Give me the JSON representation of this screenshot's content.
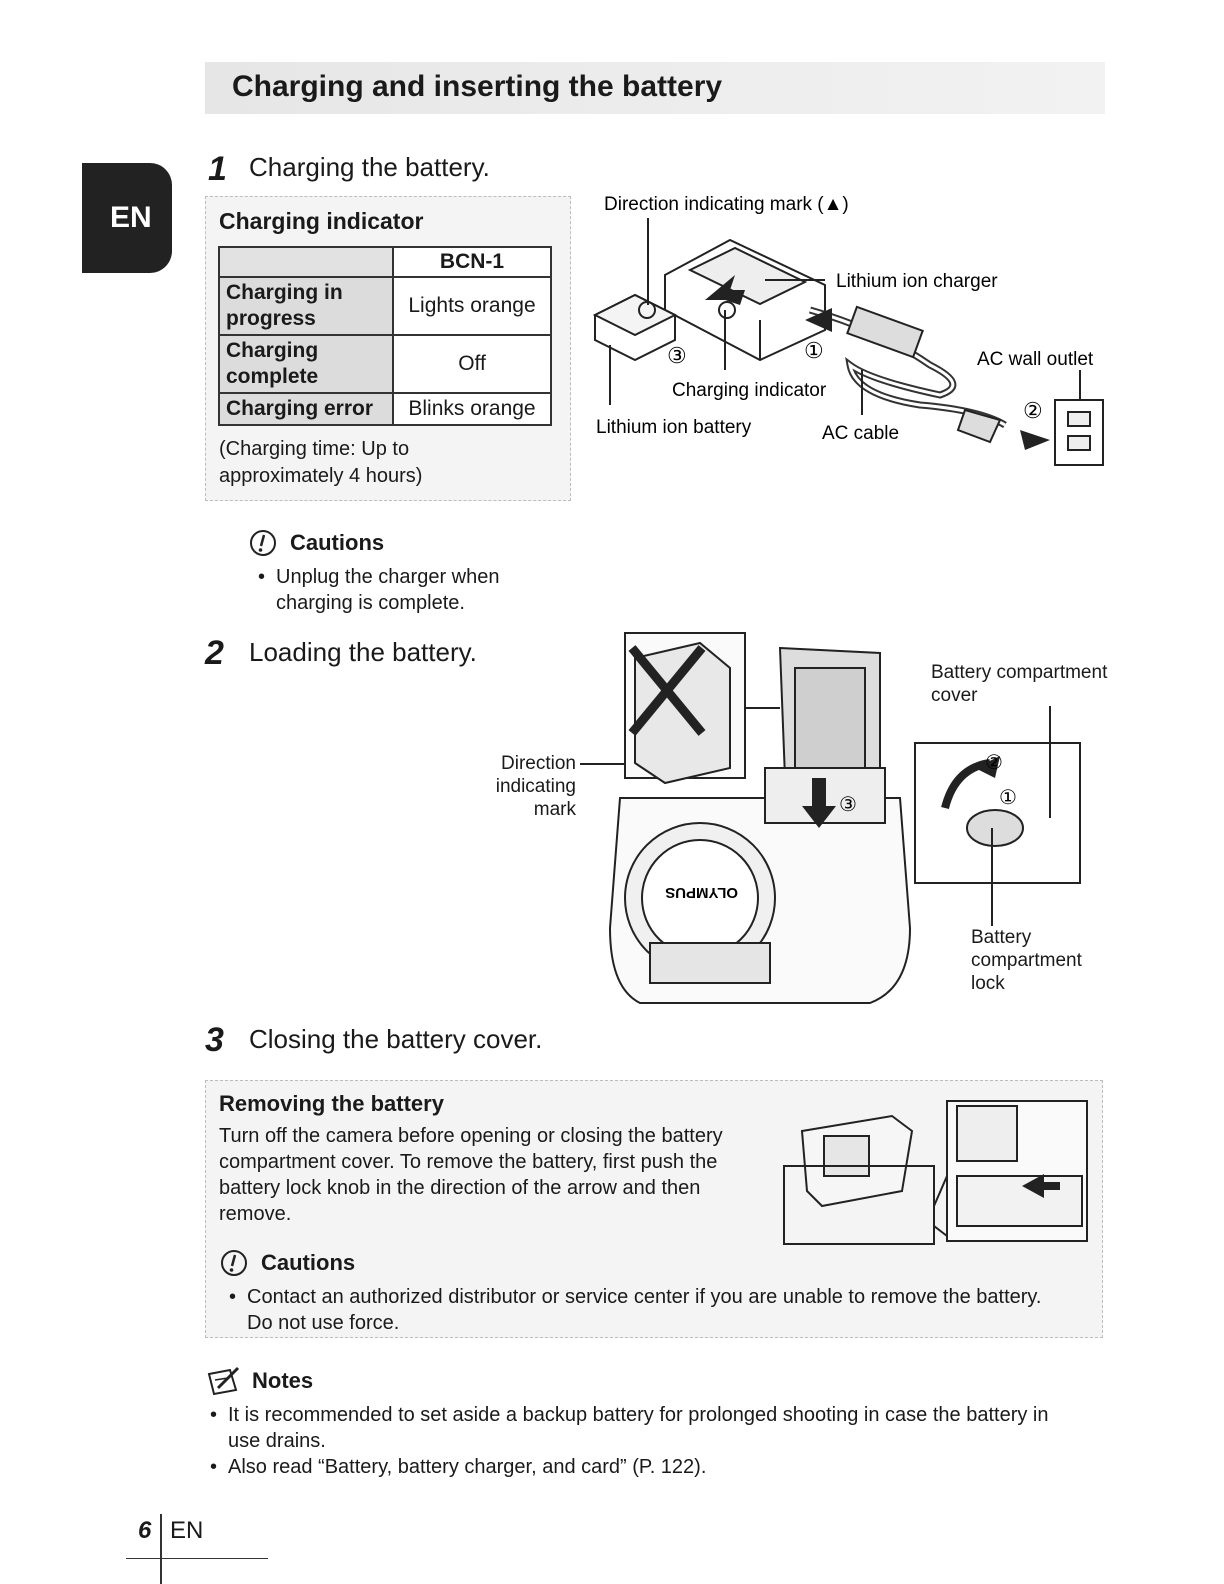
{
  "page_title": "Charging and inserting the battery",
  "language_tab": "EN",
  "step1": {
    "number": "1",
    "title": "Charging the battery.",
    "indicator_box": {
      "heading": "Charging indicator",
      "column_header": "BCN-1",
      "rows": [
        {
          "label": "Charging in progress",
          "value": "Lights orange"
        },
        {
          "label": "Charging complete",
          "value": "Off"
        },
        {
          "label": "Charging error",
          "value": "Blinks orange"
        }
      ],
      "note": "(Charging time: Up to approximately 4 hours)"
    },
    "diagram_labels": {
      "direction_mark": "Direction indicating mark (▲)",
      "charger": "Lithium ion charger",
      "wall_outlet": "AC wall outlet",
      "charging_indicator": "Charging indicator",
      "battery": "Lithium ion battery",
      "ac_cable": "AC cable",
      "circle_1": "①",
      "circle_2": "②",
      "circle_3": "③"
    },
    "cautions_heading": "Cautions",
    "cautions": [
      "Unplug the charger when charging is complete."
    ]
  },
  "step2": {
    "number": "2",
    "title": "Loading the battery.",
    "diagram_labels": {
      "direction_mark": "Direction indicating mark",
      "cover": "Battery compartment cover",
      "lock": "Battery compartment lock",
      "brand": "OLYMPUS",
      "circle_1": "①",
      "circle_2": "②",
      "circle_3": "③"
    }
  },
  "step3": {
    "number": "3",
    "title": "Closing the battery cover."
  },
  "removing": {
    "heading": "Removing the battery",
    "text": "Turn off the camera before opening or closing the battery compartment cover. To remove the battery, first push the battery lock knob in the direction of the arrow and then remove.",
    "cautions_heading": "Cautions",
    "cautions": [
      "Contact an authorized distributor or service center if you are unable to remove the battery. Do not use force."
    ]
  },
  "notes": {
    "heading": "Notes",
    "items": [
      "It is recommended to set aside a backup battery for prolonged shooting in case the battery in use drains.",
      "Also read “Battery, battery charger, and card” (P. 122)."
    ]
  },
  "footer": {
    "page_number": "6",
    "lang": "EN"
  }
}
